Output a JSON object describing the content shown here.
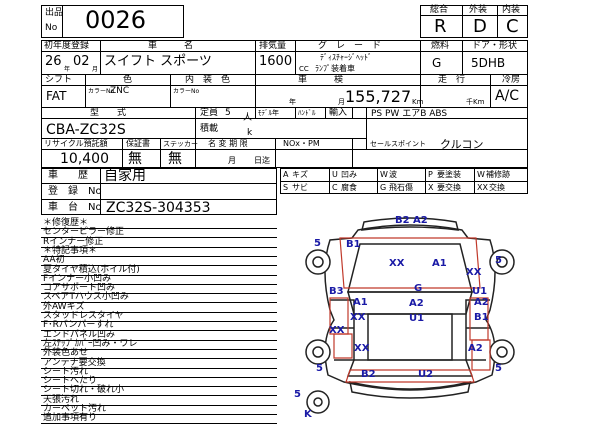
{
  "header": {
    "lot_label_top": "出品",
    "lot_label_bottom": "No",
    "lot_number": "0026",
    "overall_label": "総合",
    "exterior_label": "外装",
    "interior_label": "内装",
    "overall_grade": "R",
    "exterior_grade": "D",
    "interior_grade": "C"
  },
  "vehicle": {
    "first_reg_label": "初年度登録",
    "name_label": "車　　　名",
    "displacement_label": "排気量",
    "grade_label": "グ　レ　ー　ド",
    "fuel_label": "燃料",
    "door_shape_label": "ドア・形状",
    "year": "26",
    "year_unit": "年",
    "month": "02",
    "month_unit": "月",
    "name": "スイフト スポーツ",
    "displacement": "1600",
    "cc_unit": "CC",
    "grade_line1": "ﾃﾞｨｽﾁｬｰｼﾞﾍｯﾄﾞ",
    "grade_line2": "ﾗﾝﾌﾟ装着車",
    "fuel": "G",
    "door_shape": "5DHB",
    "shift_label": "シフト",
    "color_label": "色",
    "interior_label": "内　装　色",
    "inspection_label": "車　　　検",
    "mileage_label": "走　行",
    "ac_label": "冷房",
    "shift": "FAT",
    "color_no_label": "カラーNo",
    "color_no": "ZNC",
    "interior_color_no_label": "カラーNo",
    "inspection_year_unit": "年",
    "inspection_month_unit": "月",
    "mileage": "155,727",
    "km_unit": "Km",
    "thousand_km_unit": "千Km",
    "ac": "A/C",
    "model_label": "型　　式",
    "capacity_label": "定員",
    "capacity": "5",
    "capacity_unit": "人",
    "model_year_label": "ﾓﾃﾞﾙ年",
    "handle_label": "ﾊﾝﾄﾞﾙ",
    "import_label": "輸入",
    "equipment": "PS PW エアB ABS",
    "model": "CBA-ZC32S",
    "load_label": "積載",
    "load_unit": "k",
    "recycle_label": "リサイクル預託額",
    "warranty_label": "保証書",
    "sticker_label": "ステッカー",
    "change_label": "名 変 期 限",
    "nox_label": "NOx・PM",
    "sales_point_label": "セールスポイント",
    "sales_point": "クルコン",
    "recycle": "10,400",
    "warranty": "無",
    "sticker": "無",
    "change_month_unit": "月",
    "change_day_unit": "日迄"
  },
  "history": {
    "history_label": "車　　歴",
    "history": "自家用",
    "reg_no_label": "登　録　No",
    "chassis_no_label": "車　台　No",
    "chassis_no": "ZC32S-304353"
  },
  "legend": [
    {
      "code": "A",
      "desc": "キズ"
    },
    {
      "code": "U",
      "desc": "凹み"
    },
    {
      "code": "W",
      "desc": "波"
    },
    {
      "code": "P",
      "desc": "要塗装"
    },
    {
      "code": "W",
      "desc": "補修跡"
    },
    {
      "code": "S",
      "desc": "サビ"
    },
    {
      "code": "C",
      "desc": "腐食"
    },
    {
      "code": "G",
      "desc": "飛石傷"
    },
    {
      "code": "X",
      "desc": "要交換"
    },
    {
      "code": "XX",
      "desc": "交換"
    }
  ],
  "notes": [
    "＊修復歴＊",
    "センターピラー修正",
    "Rインナー修正",
    "＊特記事項＊",
    "AA初",
    "夏タイヤ積込(ホイル付)",
    "Fインナー小凹み",
    "コアサポート凹み",
    "スペアTハウス小凹み",
    "外AWキズ",
    "スタッドレスタイヤ",
    "F･Rバンパーすれ",
    "エンドパネル凹み",
    "左ｽﾃｯﾌﾟｶﾊﾞｰ凹み・ワレ",
    "外装色あせ",
    "アンテナ要交換",
    "シート汚れ",
    "シートへたり",
    "シート切れ・破れ小",
    "天張汚れ",
    "カーペット汚れ",
    "追加事項有り"
  ],
  "diagram": {
    "front_bumper": "B2 A2",
    "left_headlamp": "B1",
    "bonnet_left": "XX",
    "bonnet_right": "A1",
    "right_front_xx": "XX",
    "front_tire_left": "5",
    "front_tire_right": "5",
    "left_front_door_b3": "B3",
    "right_front_door_u1": "U1",
    "center_g": "G",
    "left_a1": "A1",
    "left_xx": "XX",
    "center_a2": "A2",
    "right_a2": "A2",
    "left_rear_xx": "XX",
    "center_u1": "U1",
    "right_rear_b1": "B1",
    "left_rear_mid_xx": "XX",
    "right_rear_a2": "A2",
    "rear_b2": "B2",
    "rear_u2": "U2",
    "rear_tire_left": "5",
    "rear_tire_right": "5",
    "spare_tire": "5",
    "spare_k": "K"
  }
}
